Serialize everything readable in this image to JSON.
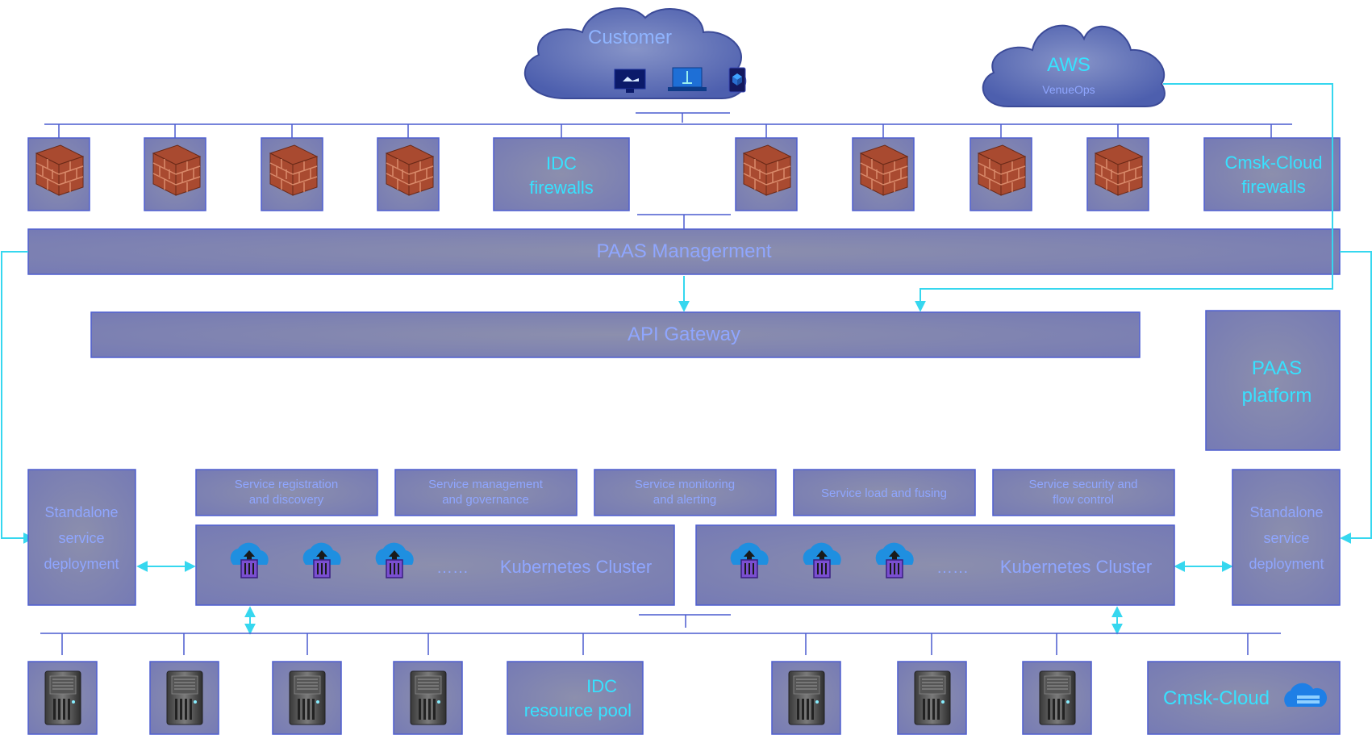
{
  "customer": {
    "label": "Customer"
  },
  "aws": {
    "label": "AWS",
    "sub": "VenueOps"
  },
  "firewalls": {
    "idc_line1": "IDC",
    "idc_line2": "firewalls",
    "cloud_line1": "Cmsk-Cloud",
    "cloud_line2": "firewalls"
  },
  "paas_management": "PAAS  Managerment",
  "api_gateway": "API Gateway",
  "paas_platform": {
    "line1": "PAAS",
    "line2": "platform"
  },
  "standalone": {
    "line1": "Standalone",
    "line2": "service",
    "line3": "deployment"
  },
  "capabilities": [
    {
      "line1": "Service registration",
      "line2": "and discovery"
    },
    {
      "line1": "Service management",
      "line2": "and governance"
    },
    {
      "line1": "Service monitoring",
      "line2": "and alerting"
    },
    {
      "line1": "Service load and fusing",
      "line2": ""
    },
    {
      "line1": "Service security and",
      "line2": "flow control"
    }
  ],
  "cluster": {
    "label": "Kubernetes Cluster",
    "ellipsis": "……"
  },
  "resource_pool": {
    "idc_line1": "IDC",
    "idc_line2": "resource pool",
    "cloud": "Cmsk-Cloud"
  },
  "colors": {
    "box_fill": "#8488ad",
    "box_stroke": "#4f5fd0",
    "cloud_fill": "#5568b3",
    "accent_text": "#37e2ff",
    "soft_text": "#8fa6ff",
    "connector": "#36d7ef",
    "bus_line": "#4a5bcf",
    "brick": "#a94a30"
  }
}
